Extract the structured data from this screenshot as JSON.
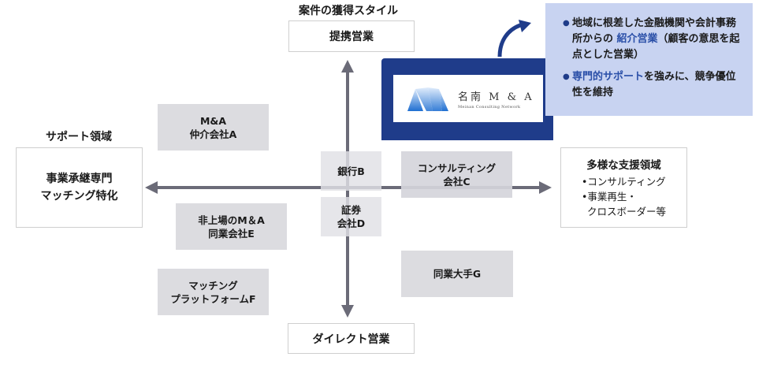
{
  "axes": {
    "vertical_title": "案件の獲得スタイル",
    "top_label": "提携営業",
    "bottom_label": "ダイレクト営業",
    "horizontal_title": "サポート領域",
    "left_label_line1": "事業承継専門",
    "left_label_line2": "マッチング特化",
    "right_label_title": "多様な支援領域",
    "right_label_items": [
      "コンサルティング",
      "事業再生・",
      "クロスボーダー等"
    ]
  },
  "companies": {
    "a": {
      "line1": "M&A",
      "line2": "仲介会社A"
    },
    "b": {
      "line1": "銀行B"
    },
    "c": {
      "line1": "コンサルティング",
      "line2": "会社C"
    },
    "d": {
      "line1": "証券",
      "line2": "会社D"
    },
    "e": {
      "line1": "非上場のM＆A",
      "line2": "同業会社E"
    },
    "f": {
      "line1": "マッチング",
      "line2": "プラットフォームF"
    },
    "g": {
      "line1": "同業大手G"
    }
  },
  "logo": {
    "name": "名南 M & A",
    "subtitle": "Meinan Consulting Network"
  },
  "callout": {
    "item1_pre": "地域に根差した金融機関や会計事務所からの ",
    "item1_hl": "紹介営業",
    "item1_post": "（顧客の意思を起点とした営業）",
    "item2_hl": "専門的サポート",
    "item2_post": "を強みに、競争優位性を維持"
  },
  "colors": {
    "navy": "#1f3c8a",
    "callout_bg": "#c8d3f1",
    "axis": "#6b6b78",
    "box_gray": "#dcdce0"
  }
}
